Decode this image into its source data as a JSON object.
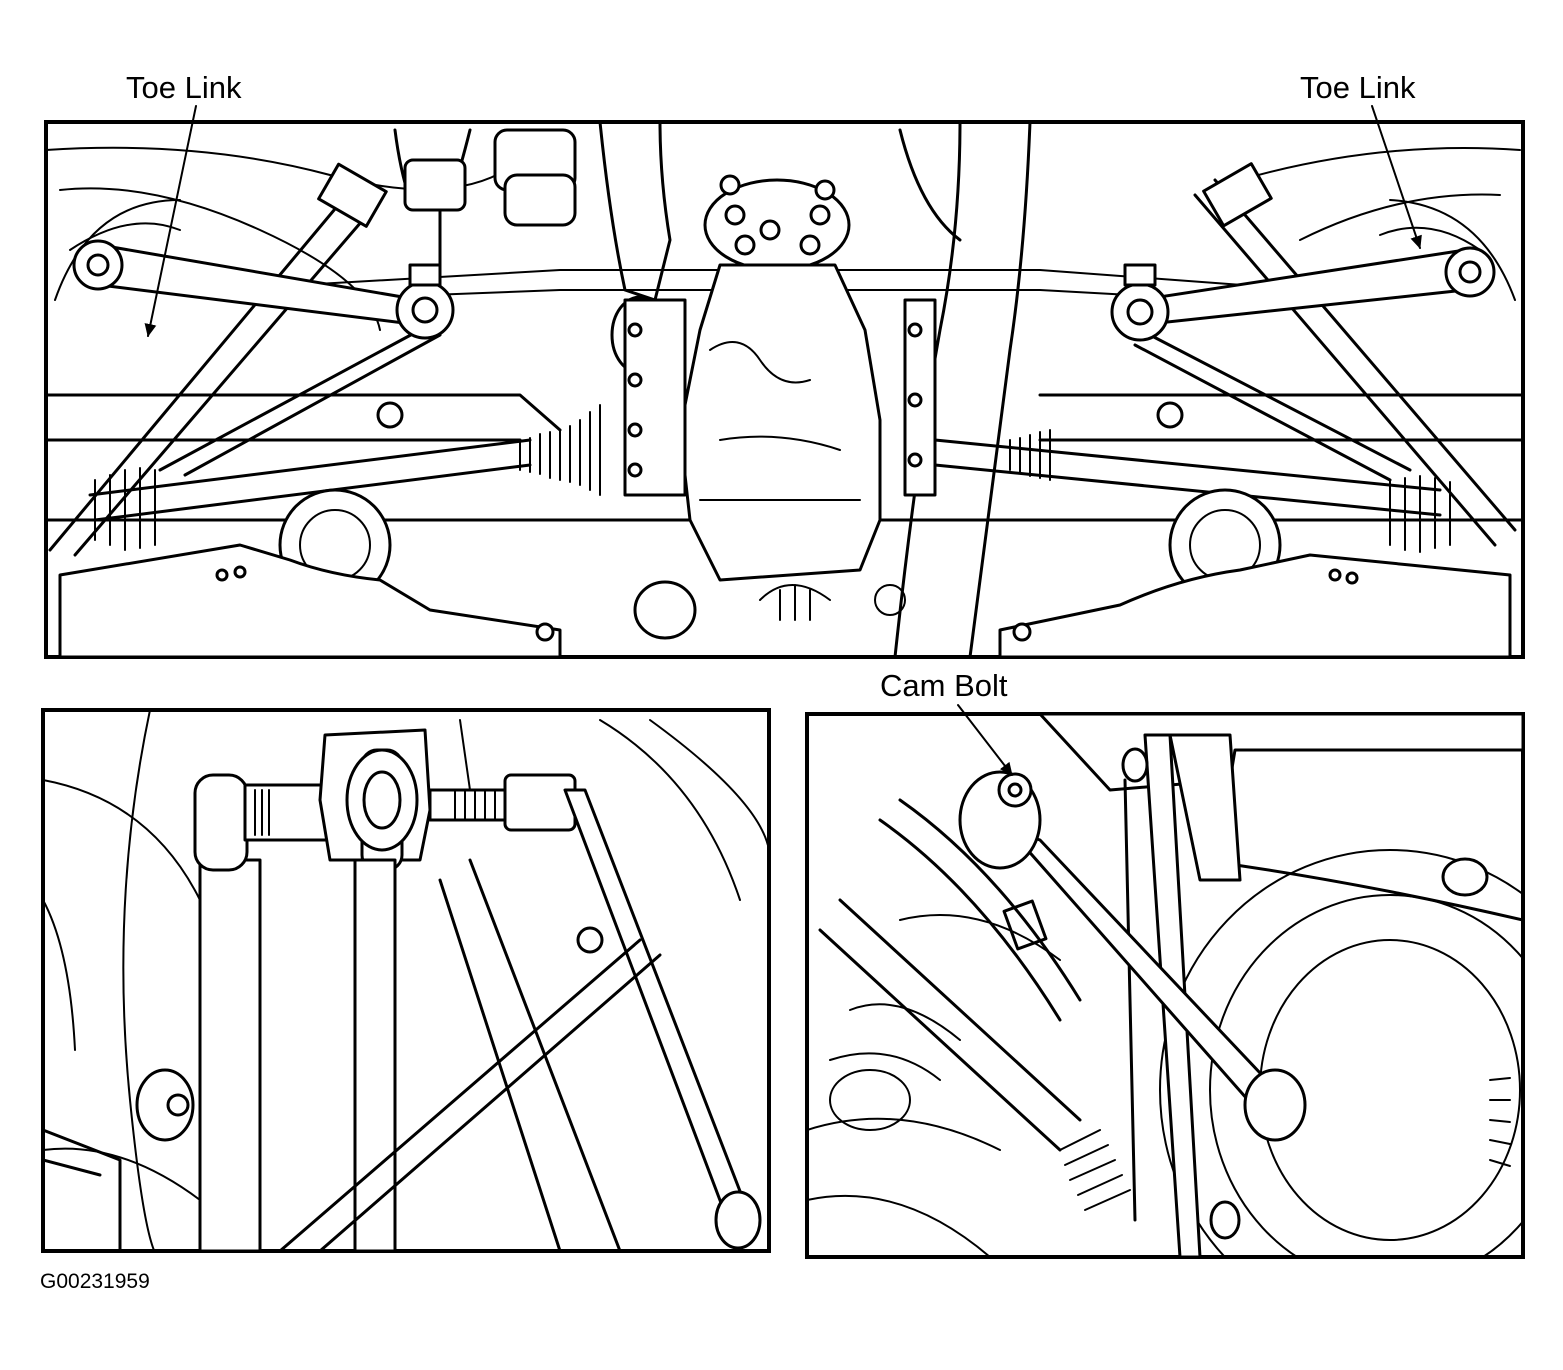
{
  "callouts": {
    "toe_link_left": "Toe Link",
    "toe_link_right": "Toe Link",
    "cam_bolt": "Cam Bolt"
  },
  "figure_id": "G00231959",
  "colors": {
    "line": "#000000",
    "background": "#ffffff"
  }
}
